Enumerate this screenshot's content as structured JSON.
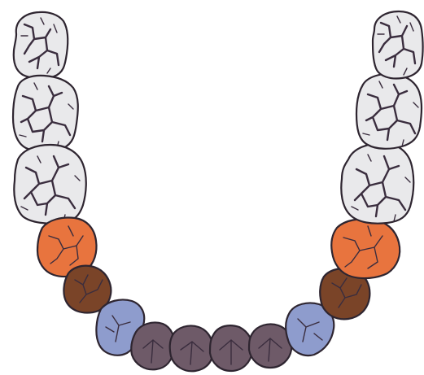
{
  "colors": {
    "background": "#ffffff",
    "molar": "#e9e9eb",
    "premolar_1": "#e8743e",
    "premolar_2": "#7a4428",
    "canine": "#8e9ccd",
    "incisor": "#6e5a68",
    "outline": "#2e2530"
  },
  "teeth": [
    {
      "id": "left-third-molar",
      "type": "molar",
      "color": "#e9e9eb"
    },
    {
      "id": "left-second-molar",
      "type": "molar",
      "color": "#e9e9eb"
    },
    {
      "id": "left-first-molar",
      "type": "molar",
      "color": "#e9e9eb"
    },
    {
      "id": "left-second-premolar",
      "type": "premolar",
      "color": "#e8743e"
    },
    {
      "id": "left-first-premolar",
      "type": "premolar",
      "color": "#7a4428"
    },
    {
      "id": "left-canine",
      "type": "canine",
      "color": "#8e9ccd"
    },
    {
      "id": "left-lateral-incisor",
      "type": "incisor",
      "color": "#6e5a68"
    },
    {
      "id": "left-central-incisor",
      "type": "incisor",
      "color": "#6e5a68"
    },
    {
      "id": "right-central-incisor",
      "type": "incisor",
      "color": "#6e5a68"
    },
    {
      "id": "right-lateral-incisor",
      "type": "incisor",
      "color": "#6e5a68"
    },
    {
      "id": "right-canine",
      "type": "canine",
      "color": "#8e9ccd"
    },
    {
      "id": "right-first-premolar",
      "type": "premolar",
      "color": "#7a4428"
    },
    {
      "id": "right-second-premolar",
      "type": "premolar",
      "color": "#e8743e"
    },
    {
      "id": "right-first-molar",
      "type": "molar",
      "color": "#e9e9eb"
    },
    {
      "id": "right-second-molar",
      "type": "molar",
      "color": "#e9e9eb"
    },
    {
      "id": "right-third-molar",
      "type": "molar",
      "color": "#e9e9eb"
    }
  ]
}
